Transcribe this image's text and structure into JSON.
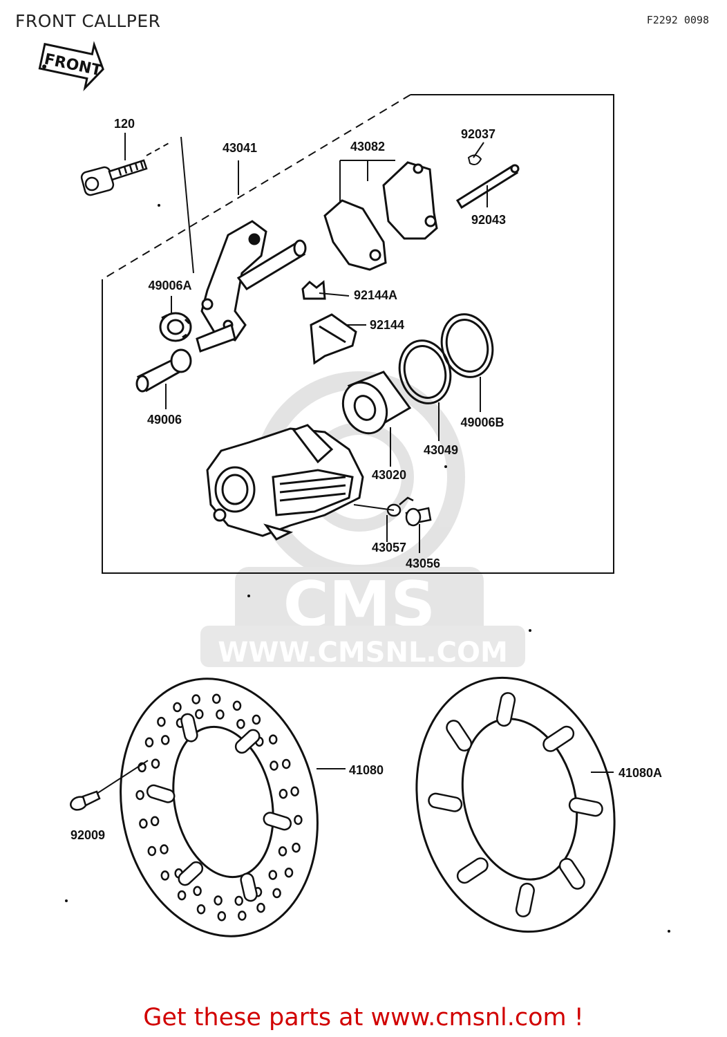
{
  "title": "FRONT CALLPER",
  "figure_code": "F2292 0098",
  "front_badge": "FRONT",
  "watermark": {
    "brand": "CMS",
    "url": "WWW.CMSNL.COM"
  },
  "footer": "Get these parts at www.cmsnl.com !",
  "parts": [
    {
      "key": "p120",
      "number": "120"
    },
    {
      "key": "p43041",
      "number": "43041"
    },
    {
      "key": "p43082",
      "number": "43082"
    },
    {
      "key": "p92037",
      "number": "92037"
    },
    {
      "key": "p92043",
      "number": "92043"
    },
    {
      "key": "p49006A",
      "number": "49006A"
    },
    {
      "key": "p92144A",
      "number": "92144A"
    },
    {
      "key": "p92144",
      "number": "92144"
    },
    {
      "key": "p49006",
      "number": "49006"
    },
    {
      "key": "p49006B",
      "number": "49006B"
    },
    {
      "key": "p43049",
      "number": "43049"
    },
    {
      "key": "p43020",
      "number": "43020"
    },
    {
      "key": "p43057",
      "number": "43057"
    },
    {
      "key": "p43056",
      "number": "43056"
    },
    {
      "key": "p41080",
      "number": "41080"
    },
    {
      "key": "p92009",
      "number": "92009"
    },
    {
      "key": "p41080A",
      "number": "41080A"
    }
  ]
}
